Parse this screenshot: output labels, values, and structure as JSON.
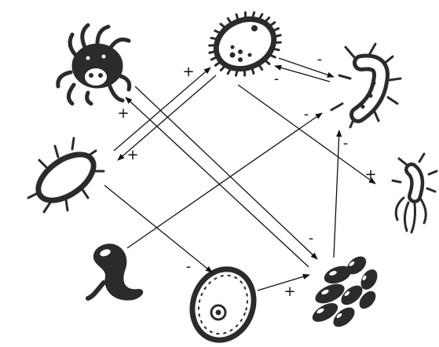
{
  "organisms": [
    {
      "id": "mite",
      "icon": "mite-icon"
    },
    {
      "id": "round-microbe",
      "icon": "round-bacterium-icon"
    },
    {
      "id": "curved-bacillus",
      "icon": "curved-bacillus-icon"
    },
    {
      "id": "rod-bacillus",
      "icon": "rod-bacillus-icon"
    },
    {
      "id": "flagellated-bacterium",
      "icon": "flagellated-bacterium-icon"
    },
    {
      "id": "comma-microbe",
      "icon": "comma-microbe-icon"
    },
    {
      "id": "oval-cell",
      "icon": "oval-cell-icon"
    },
    {
      "id": "cell-cluster",
      "icon": "cell-cluster-icon"
    }
  ],
  "interactions": [
    {
      "from": "rod-bacillus",
      "to": "round-microbe",
      "sign": "+"
    },
    {
      "from": "round-microbe",
      "to": "rod-bacillus",
      "sign": "+"
    },
    {
      "from": "round-microbe",
      "to": "curved-bacillus",
      "sign": "-"
    },
    {
      "from": "curved-bacillus",
      "to": "round-microbe",
      "sign": "-"
    },
    {
      "from": "round-microbe",
      "to": "flagellated-bacterium",
      "sign": "+"
    },
    {
      "from": "cell-cluster",
      "to": "mite",
      "sign": "+"
    },
    {
      "from": "mite",
      "to": "cell-cluster",
      "sign": "-"
    },
    {
      "from": "comma-microbe",
      "to": "curved-bacillus",
      "sign": "-"
    },
    {
      "from": "rod-bacillus",
      "to": "oval-cell",
      "sign": "-"
    },
    {
      "from": "oval-cell",
      "to": "cell-cluster",
      "sign": "+"
    },
    {
      "from": "cell-cluster",
      "to": "curved-bacillus",
      "sign": "-"
    }
  ]
}
